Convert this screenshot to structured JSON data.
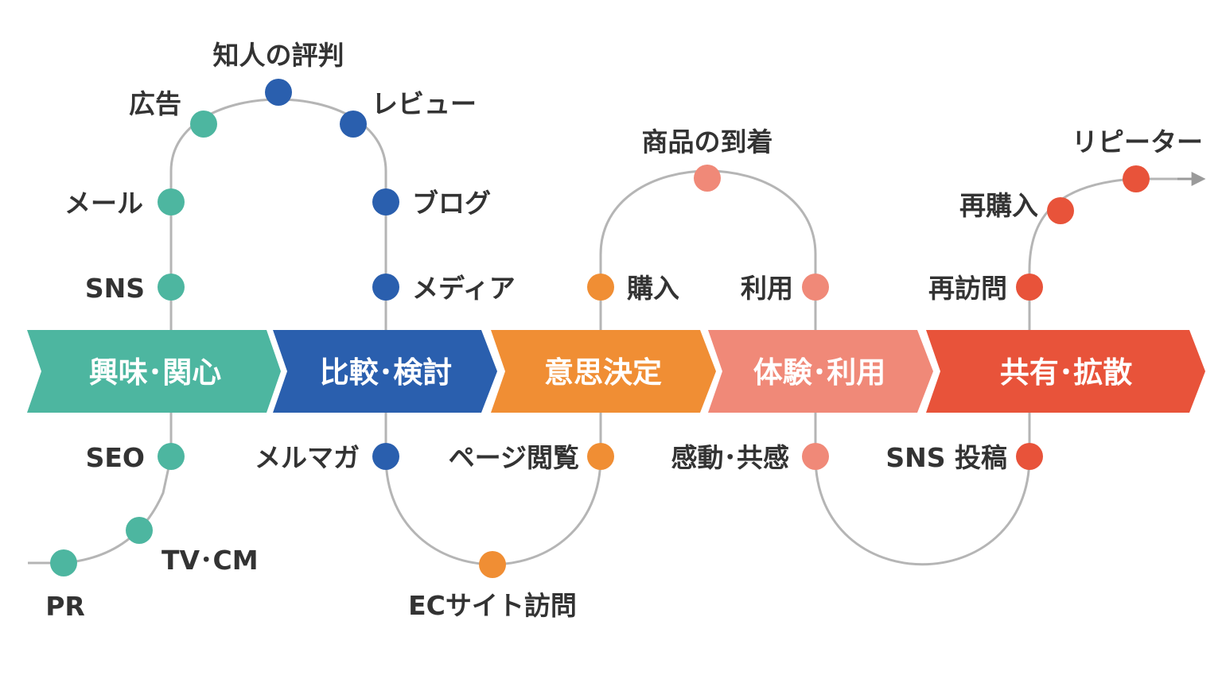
{
  "colors": {
    "teal": "#4DB6A0",
    "blue": "#2A5FAE",
    "orange": "#F08E34",
    "salmon": "#F08978",
    "red": "#E8533A",
    "line": "#B5B5B5",
    "text": "#333333"
  },
  "stages": [
    {
      "label": "興味･関心",
      "color": "#4DB6A0"
    },
    {
      "label": "比較･検討",
      "color": "#2A5FAE"
    },
    {
      "label": "意思決定",
      "color": "#F08E34"
    },
    {
      "label": "体験･利用",
      "color": "#F08978"
    },
    {
      "label": "共有･拡散",
      "color": "#E8533A"
    }
  ],
  "touchpoints": {
    "pr": "PR",
    "tvcm": "TV･CM",
    "seo": "SEO",
    "sns": "SNS",
    "mail": "メール",
    "ad": "広告",
    "reputation": "知人の評判",
    "review": "レビュー",
    "blog": "ブログ",
    "media": "メディア",
    "mailmag": "メルマガ",
    "pageview": "ページ閲覧",
    "ec_visit": "ECサイト訪問",
    "purchase": "購入",
    "arrival": "商品の到着",
    "use": "利用",
    "impression": "感動･共感",
    "sns_post": "SNS 投稿",
    "revisit": "再訪問",
    "repurchase": "再購入",
    "repeater": "リピーター"
  }
}
